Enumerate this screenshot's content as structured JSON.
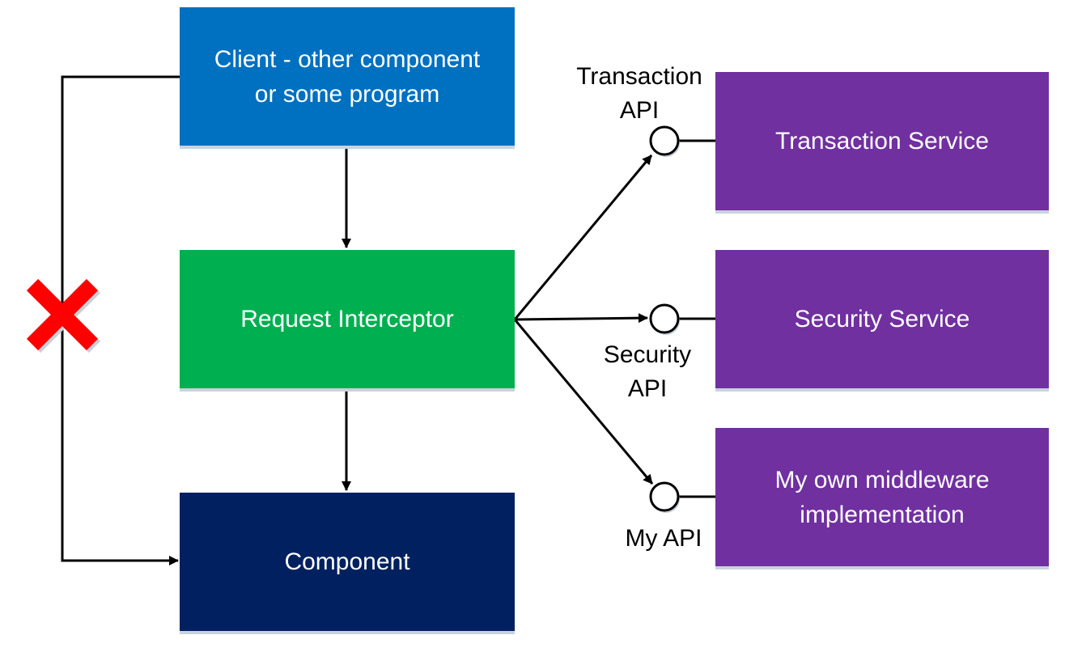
{
  "boxes": {
    "client": "Client - other component\nor some program",
    "interceptor": "Request Interceptor",
    "component": "Component",
    "transaction_service": "Transaction Service",
    "security_service": "Security Service",
    "middleware": "My own middleware\nimplementation"
  },
  "apis": {
    "transaction": "Transaction\nAPI",
    "security": "Security\nAPI",
    "my": "My API"
  },
  "colors": {
    "client": "#0070c0",
    "interceptor": "#00b050",
    "component": "#002060",
    "service": "#7030a0",
    "cross": "#ff0000"
  },
  "icons": {
    "blocked": "red-x-icon"
  }
}
